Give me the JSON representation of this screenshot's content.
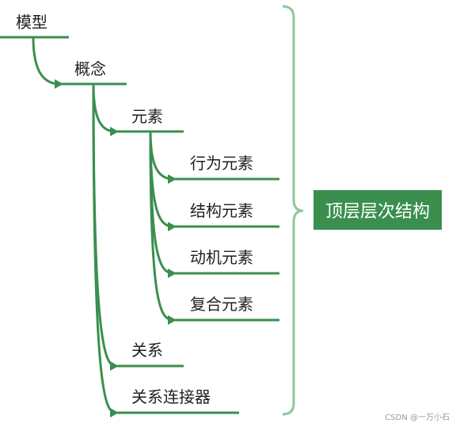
{
  "diagram": {
    "root": "模型",
    "concept": "概念",
    "element": "元素",
    "element_children": [
      "行为元素",
      "结构元素",
      "动机元素",
      "复合元素"
    ],
    "relation": "关系",
    "connector": "关系连接器",
    "summary": "顶层层次结构"
  },
  "watermark": "CSDN @一万小石",
  "colors": {
    "line": "#3a8f4f",
    "brace": "#8ec79b",
    "summary_bg": "#3a8f4f"
  }
}
